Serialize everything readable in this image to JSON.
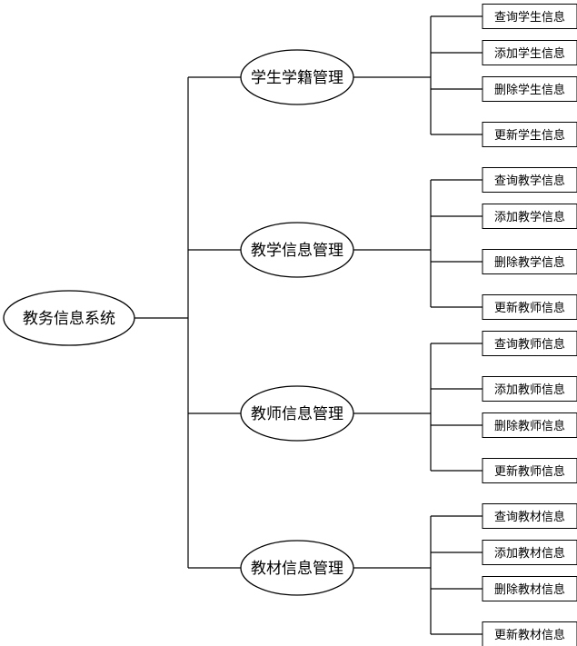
{
  "root": {
    "label": "教务信息系统"
  },
  "modules": [
    {
      "label": "学生学籍管理",
      "children": [
        "查询学生信息",
        "添加学生信息",
        "删除学生信息",
        "更新学生信息"
      ]
    },
    {
      "label": "教学信息管理",
      "children": [
        "查询教学信息",
        "添加教学信息",
        "删除教学信息",
        "更新教师信息"
      ]
    },
    {
      "label": "教师信息管理",
      "children": [
        "查询教师信息",
        "添加教师信息",
        "删除教师信息",
        "更新教师信息"
      ]
    },
    {
      "label": "教材信息管理",
      "children": [
        "查询教材信息",
        "添加教材信息",
        "删除教材信息",
        "更新教材信息"
      ]
    }
  ]
}
